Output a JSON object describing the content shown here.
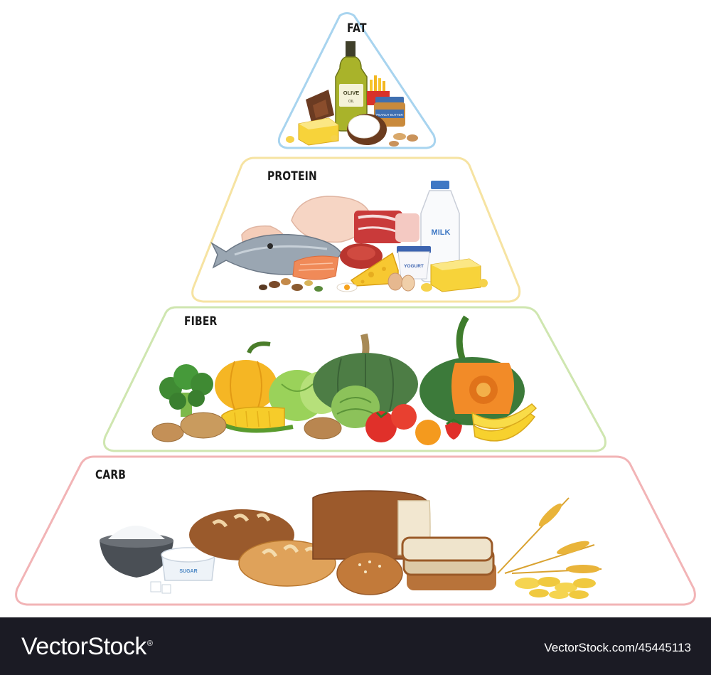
{
  "tiers": {
    "fat": {
      "label": "FAT",
      "border_color": "#a8d4ef"
    },
    "protein": {
      "label": "PROTEIN",
      "border_color": "#f6e3a2"
    },
    "fiber": {
      "label": "FIBER",
      "border_color": "#cfe6b0"
    },
    "carb": {
      "label": "CARB",
      "border_color": "#f2b4b6"
    }
  },
  "food_text": {
    "olive_oil_line1": "OLIVE",
    "olive_oil_line2": "OIL",
    "peanut_butter": "PEANUT BUTTER",
    "milk": "MILK",
    "yogurt": "YOGURT",
    "sugar": "SUGAR"
  },
  "footer": {
    "brand": "VectorStock",
    "registered_mark": "®",
    "image_id": "VectorStock.com/45445113"
  }
}
